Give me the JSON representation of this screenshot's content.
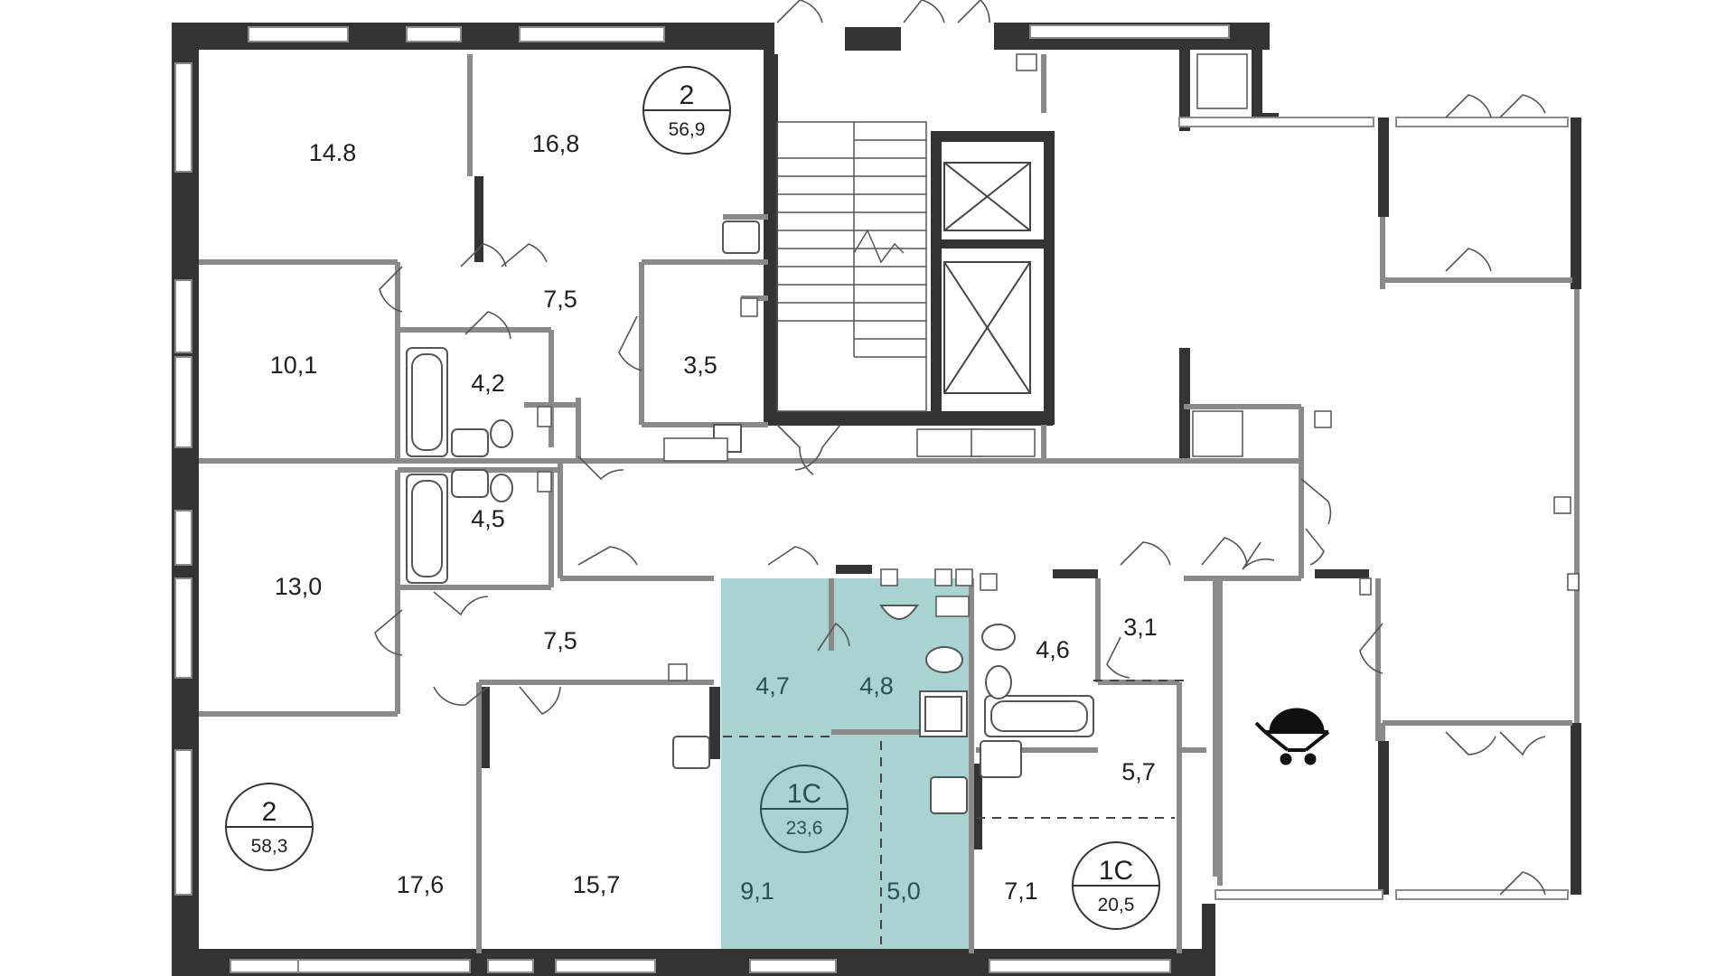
{
  "colors": {
    "highlight": "#a9d3d0",
    "wall_dark": "#333333",
    "wall_light": "#8a8a8a"
  },
  "apartments": [
    {
      "type": "2",
      "area": "56,9"
    },
    {
      "type": "2",
      "area": "58,3"
    },
    {
      "type": "1С",
      "area": "23,6",
      "highlighted": true
    },
    {
      "type": "1С",
      "area": "20,5"
    }
  ],
  "rooms": {
    "r1": "14.8",
    "r2": "16,8",
    "r3": "7,5",
    "r4": "10,1",
    "r5": "4,2",
    "r6": "3,5",
    "r7": "13,0",
    "r8": "4,5",
    "r9": "7,5",
    "r10": "4,7",
    "r11": "4,8",
    "r12": "4,6",
    "r13": "3,1",
    "r14": "5,7",
    "r15": "17,6",
    "r16": "15,7",
    "r17": "9,1",
    "r18": "5,0",
    "r19": "7,1"
  },
  "icons": [
    "stroller-icon",
    "sink-icon",
    "toilet-icon",
    "bathtub-icon",
    "shower-icon",
    "elevator-icon",
    "stairs-icon",
    "door-icon",
    "vent-shaft-icon"
  ]
}
